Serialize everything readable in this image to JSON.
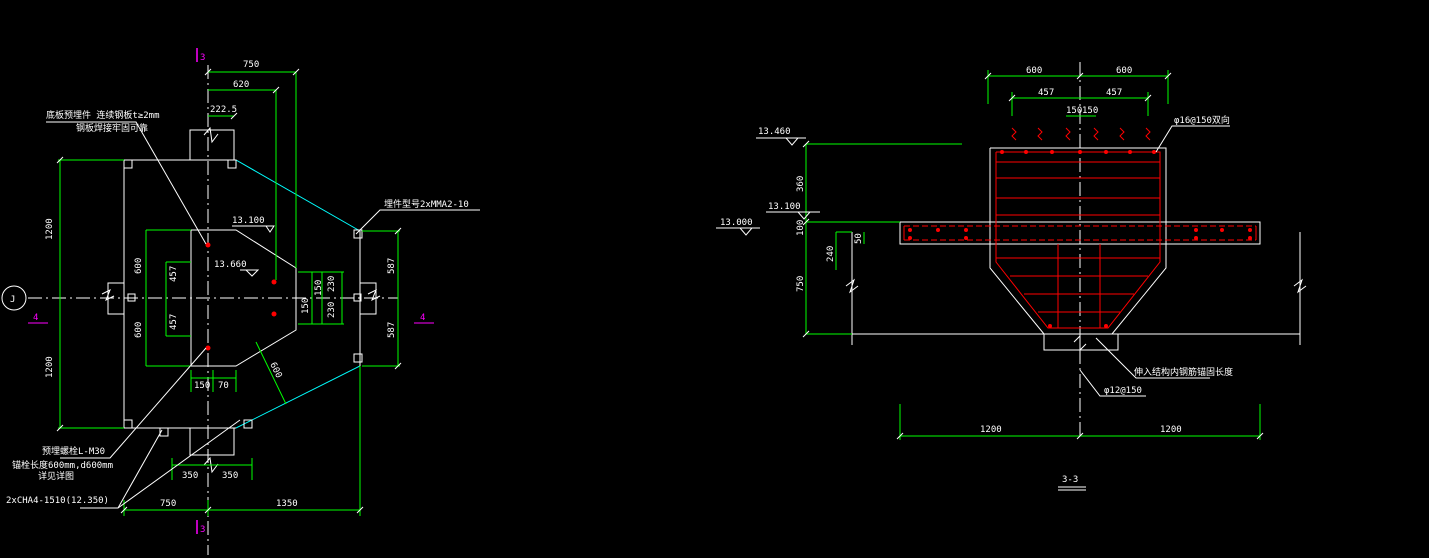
{
  "colors": {
    "bg": "#000000",
    "dim": "#00ff00",
    "outline": "#ffffff",
    "cyan": "#00ffff",
    "red": "#ff0000",
    "magenta": "#ff00ff",
    "axis": "#ffffff"
  },
  "plan": {
    "section_top": "3",
    "section_bottom": "3",
    "axis_label": "J",
    "left_tag": "4",
    "right_tag": "4",
    "dims": {
      "d750_top": "750",
      "d620": "620",
      "d2225": "222.5",
      "d1200_top": "1200",
      "d1200_bot": "1200",
      "d600_a": "600",
      "d600_b": "600",
      "d457_a": "457",
      "d457_b": "457",
      "d587_a": "587",
      "d587_b": "587",
      "d150_a": "150",
      "d150_b": "150",
      "d230_a": "230",
      "d230_b": "230",
      "d150_bot": "150",
      "d70": "70",
      "d350_a": "350",
      "d350_b": "350",
      "d600_diag": "600",
      "d750_bot": "750",
      "d1350": "1350"
    },
    "levels": {
      "l13100": "13.100",
      "l13660": "13.660"
    },
    "notes": {
      "note_top_1": "底板预埋件 连续钢板t≥2mm",
      "note_top_2": "钢板焊接牢固可靠",
      "note_right": "埋件型号2xMMA2-10",
      "note_bl_1": "预埋螺栓L-M30",
      "note_bl_2": "锚栓长度600mm,d600mm",
      "note_bl_3": "详见详图",
      "note_bl_4": "2xCHA4-1510(12.350)"
    }
  },
  "section": {
    "title": "3-3",
    "dims": {
      "d600_l": "600",
      "d600_r": "600",
      "d457_l": "457",
      "d457_r": "457",
      "d150_l": "150",
      "d150_r": "150",
      "d360": "360",
      "d100": "100",
      "d240": "240",
      "d50": "50",
      "d750": "750",
      "d1200_l": "1200",
      "d1200_r": "1200"
    },
    "levels": {
      "l13460": "13.460",
      "l13100": "13.100",
      "l13000": "13.000"
    },
    "notes": {
      "rebar_top": "φ16@150双向",
      "rebar_note": "伸入结构内钢筋锚固长度",
      "rebar_bot": "φ12@150"
    }
  }
}
